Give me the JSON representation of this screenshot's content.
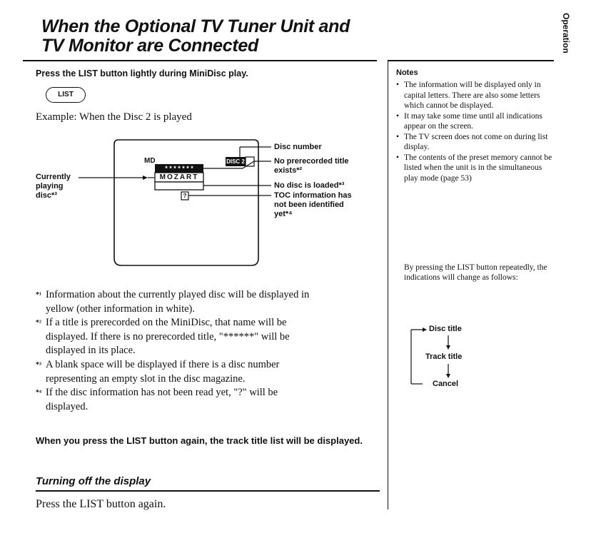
{
  "page": {
    "title_line1": "When the Optional TV Tuner Unit and",
    "title_line2": "TV Monitor are Connected",
    "side_tab": "Operation",
    "lead_instruction": "Press the LIST button lightly during MiniDisc play.",
    "list_key": "LIST",
    "example": "Example:  When the Disc 2 is played"
  },
  "diagram": {
    "screen_md": "MD",
    "screen_stars": "* * * * * * *",
    "screen_title": "MOZART",
    "screen_qmark": "?",
    "screen_disc": "DISC 2",
    "label_currently_line1": "Currently",
    "label_currently_line2": "playing",
    "label_currently_line3": "disc*³",
    "label_disc_number": "Disc number",
    "label_no_title_line1": "No prerecorded title",
    "label_no_title_line2": "exists*²",
    "label_no_disc": "No disc is loaded*³",
    "label_toc_line1": "TOC information has",
    "label_toc_line2": "not been identified",
    "label_toc_line3": "yet*⁴"
  },
  "footnotes": [
    {
      "mark": "*¹",
      "lines": [
        "Information about the currently played disc will be displayed in",
        "yellow (other information in white)."
      ]
    },
    {
      "mark": "*²",
      "lines": [
        "If a title is prerecorded on the MiniDisc, that name will be",
        "displayed. If there is no prerecorded title, \"******\" will be",
        "displayed in its place."
      ]
    },
    {
      "mark": "*³",
      "lines": [
        "A blank space will be displayed if there is a disc number",
        "representing an empty slot in the disc magazine."
      ]
    },
    {
      "mark": "*⁴",
      "lines": [
        "If the disc information has not been read yet, \"?\" will be",
        "displayed."
      ]
    }
  ],
  "notes": {
    "title": "Notes",
    "items": [
      "The information will be displayed only in capital letters. There are also some letters which cannot be displayed.",
      "It may take some time until all indications appear on the screen.",
      "The TV screen does not come on during list display.",
      "The contents of the preset memory cannot be listed when the unit is in the simultaneous play mode (page 53)"
    ],
    "press_text": "By pressing the LIST button repeatedly, the indications will change as follows:",
    "flow": [
      "Disc title",
      "Track title",
      "Cancel"
    ]
  },
  "bottom": {
    "command": "When you press the LIST button again, the track title list will be displayed.",
    "subheading": "Turning off the display",
    "closing": "Press the LIST button again."
  }
}
